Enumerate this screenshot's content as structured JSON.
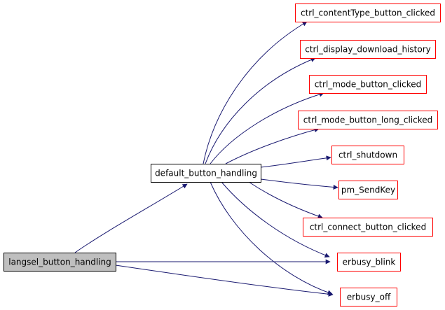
{
  "colors": {
    "node_border_default": "#000000",
    "node_border_callee": "#ff0000",
    "node_fill_root": "#bfbfbf",
    "node_fill_default": "#ffffff",
    "edge": "#191970"
  },
  "nodes": [
    {
      "id": "langsel",
      "label": "langsel_button_handling",
      "kind": "root"
    },
    {
      "id": "default",
      "label": "default_button_handling",
      "kind": "default"
    },
    {
      "id": "contentType",
      "label": "ctrl_contentType_button_clicked",
      "kind": "callee"
    },
    {
      "id": "display",
      "label": "ctrl_display_download_history",
      "kind": "callee"
    },
    {
      "id": "mode",
      "label": "ctrl_mode_button_clicked",
      "kind": "callee"
    },
    {
      "id": "modelong",
      "label": "ctrl_mode_button_long_clicked",
      "kind": "callee"
    },
    {
      "id": "shutdown",
      "label": "ctrl_shutdown",
      "kind": "callee"
    },
    {
      "id": "sendkey",
      "label": "pm_SendKey",
      "kind": "callee"
    },
    {
      "id": "connect",
      "label": "ctrl_connect_button_clicked",
      "kind": "callee"
    },
    {
      "id": "blink",
      "label": "erbusy_blink",
      "kind": "callee"
    },
    {
      "id": "off",
      "label": "erbusy_off",
      "kind": "callee"
    }
  ],
  "edges": [
    {
      "from": "langsel",
      "to": "default"
    },
    {
      "from": "langsel",
      "to": "blink"
    },
    {
      "from": "langsel",
      "to": "off"
    },
    {
      "from": "default",
      "to": "contentType"
    },
    {
      "from": "default",
      "to": "display"
    },
    {
      "from": "default",
      "to": "mode"
    },
    {
      "from": "default",
      "to": "modelong"
    },
    {
      "from": "default",
      "to": "shutdown"
    },
    {
      "from": "default",
      "to": "sendkey"
    },
    {
      "from": "default",
      "to": "connect"
    },
    {
      "from": "default",
      "to": "blink"
    },
    {
      "from": "default",
      "to": "off"
    }
  ]
}
